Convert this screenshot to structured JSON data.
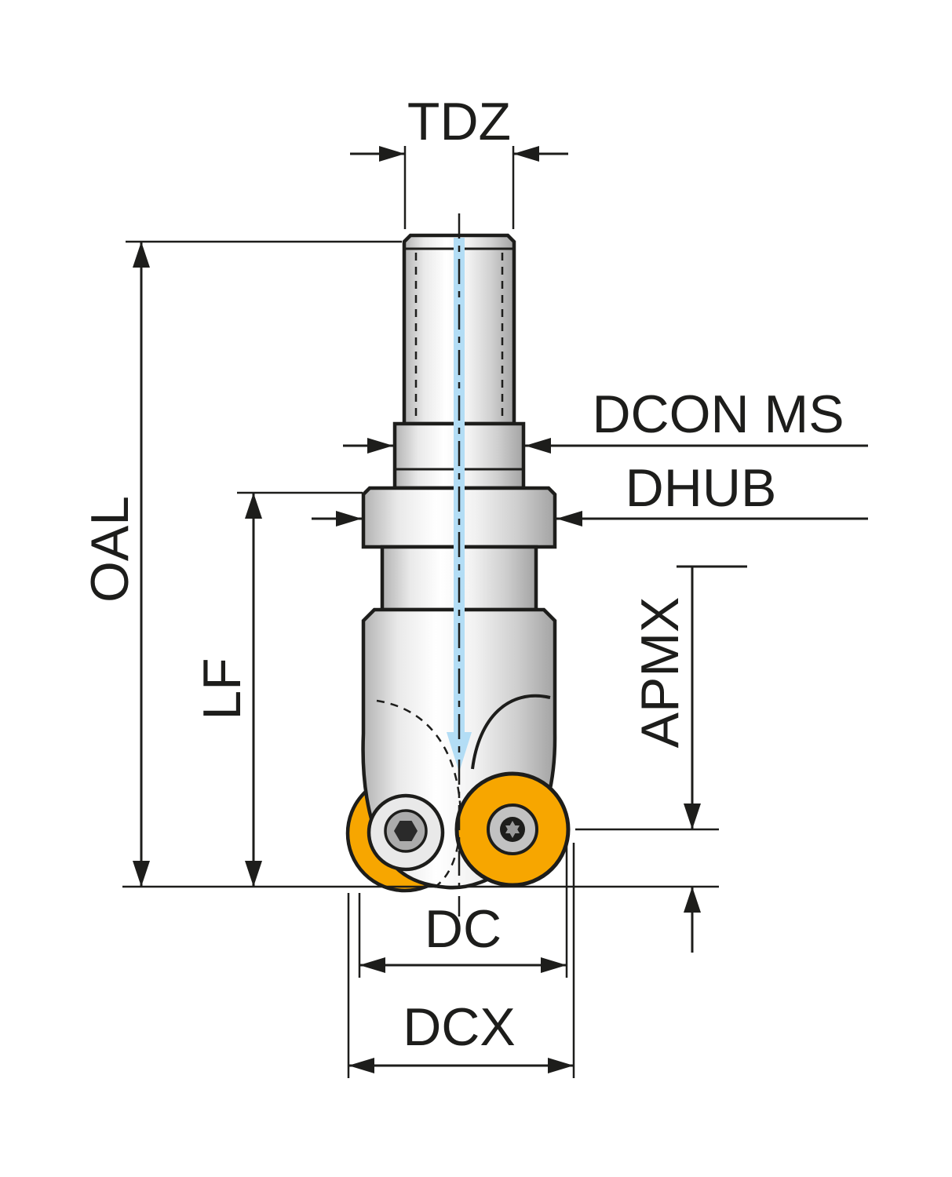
{
  "labels": {
    "tdz": "TDZ",
    "oal": "OAL",
    "lf": "LF",
    "dcon_ms": "DCON MS",
    "dhub": "DHUB",
    "apmx": "APMX",
    "dc": "DC",
    "dcx": "DCX"
  },
  "colors": {
    "outline": "#1d1d1b",
    "insert_orange": "#f7a600",
    "coolant_blue": "#b3ddf5"
  }
}
